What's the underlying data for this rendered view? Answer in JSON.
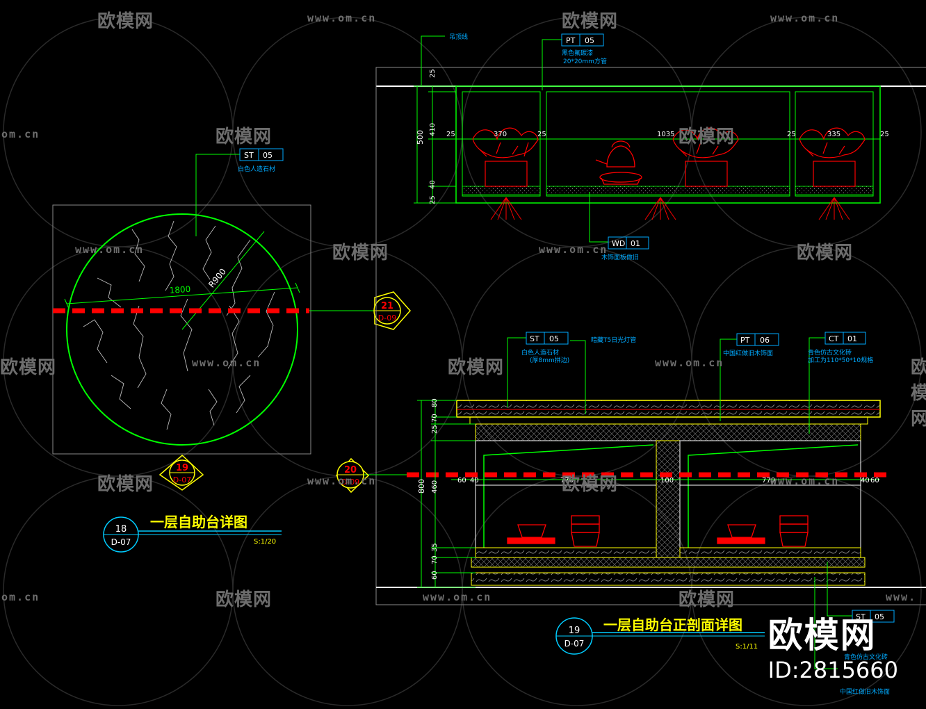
{
  "colors": {
    "background": "#000000",
    "green": "#00ff00",
    "yellow": "#ffff00",
    "red": "#ff0000",
    "blue": "#0099ff",
    "white": "#ffffff",
    "grey": "#8a8a8a",
    "watermark": "#6d6d6d"
  },
  "watermark": {
    "brand": "欧模网",
    "url": "www.om.cn",
    "url_short": "om.cn",
    "url_fragment": "www."
  },
  "stamp": {
    "logo": "欧模网",
    "id": "ID:2815660"
  },
  "detail_18": {
    "title": "一层自助台详图",
    "scale": "S:1/20",
    "bubble_number": "18",
    "bubble_sheet": "D-07",
    "diameter_dim": "1800",
    "radius_dim": "R900",
    "tag": {
      "code": "ST",
      "num": "05",
      "note": "白色人造石材"
    },
    "section_marker": {
      "number": "21",
      "sheet": "D-09"
    },
    "ref_marker": {
      "number": "19",
      "sheet": "D-07"
    }
  },
  "detail_top": {
    "tag_line": "吊顶线",
    "tag_pt": {
      "code": "PT",
      "num": "05",
      "note1": "黑色氟碳漆",
      "note2": "20*20mm方管"
    },
    "tag_wd": {
      "code": "WD",
      "num": "01",
      "note": "木饰面板做旧"
    },
    "dim_vertical": [
      "25",
      "410",
      "40",
      "25"
    ],
    "dim_total": "500",
    "dim_horizontal": [
      "25",
      "370",
      "25",
      "1035",
      "25",
      "335",
      "25"
    ]
  },
  "detail_19": {
    "title": "一层自助台正剖面详图",
    "scale": "S:1/11",
    "bubble_number": "19",
    "bubble_sheet": "D-07",
    "section_marker": {
      "number": "20",
      "sheet": "D-09"
    },
    "tag_st": {
      "code": "ST",
      "num": "05",
      "note1": "白色人造石材",
      "note2": "(厚8mm拼边)"
    },
    "tag_led": {
      "note": "暗藏T5日光灯管"
    },
    "tag_pt": {
      "code": "PT",
      "num": "06",
      "note": "中国红做旧木饰面"
    },
    "tag_ct": {
      "code": "CT",
      "num": "01",
      "note1": "青色仿古文化砖",
      "note2": "加工为110*50*10规格"
    },
    "tag_bottom": {
      "code": "ST",
      "num": "05",
      "note1": "青色仿古文化砖",
      "note2": "中国红做旧木饰面"
    },
    "dim_vertical": [
      "80",
      "70",
      "25",
      "460",
      "35",
      "70",
      "60"
    ],
    "dim_total": "800",
    "dim_horizontal": [
      "60",
      "40",
      "770",
      "100",
      "770",
      "40",
      "60"
    ]
  }
}
